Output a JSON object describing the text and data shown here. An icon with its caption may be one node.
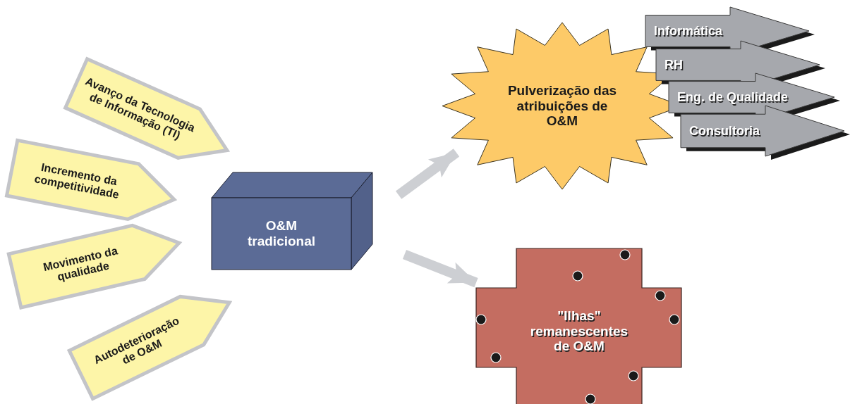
{
  "diagram": {
    "nodes": [
      {
        "text": [
          "Avanço da Tecnologia de Informação (TI)"
        ]
      },
      {
        "text": [
          "Incremento da competitividade"
        ]
      },
      {
        "text": [
          "Movimento da qualidade"
        ]
      },
      {
        "text": [
          "Autodeterioração de O&M"
        ]
      },
      {
        "text": [
          "O&M tradicional"
        ]
      },
      {
        "text": [
          "Pulverização das atribuições de O&M"
        ]
      },
      {
        "text": [
          "Informática"
        ]
      },
      {
        "text": [
          "RH"
        ]
      },
      {
        "text": [
          "Eng. de Qualidade"
        ]
      },
      {
        "text": [
          "Consultoria"
        ]
      },
      {
        "text": [
          "\"Ilhas\" remanescentes de O&M"
        ]
      }
    ],
    "edges": [
      {
        "from": 4,
        "to": 5,
        "arrow": "to"
      },
      {
        "from": 4,
        "to": 10,
        "arrow": "to"
      }
    ]
  }
}
